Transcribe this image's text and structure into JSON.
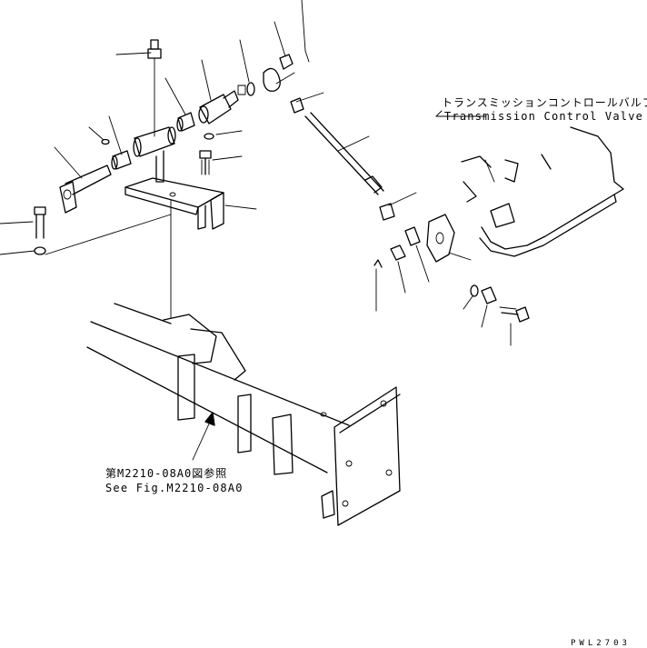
{
  "labels": {
    "valve_jp": "トランスミッションコントロールバルブ",
    "valve_en": "Transmission Control Valve",
    "ref_jp": "第M2210-08A0図参照",
    "ref_en": "See Fig.M2210-08A0",
    "drawing_code": "PWL2703"
  }
}
